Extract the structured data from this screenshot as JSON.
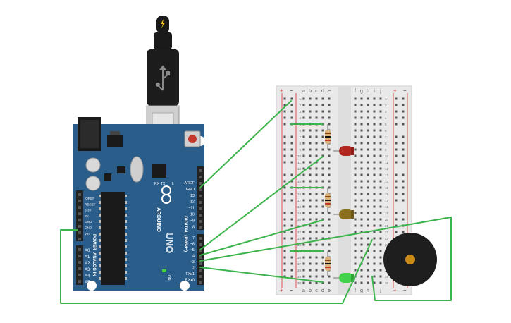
{
  "colors": {
    "board": "#2a5d8a",
    "board_dark": "#1f4a6f",
    "breadboard": "#e9e9e9",
    "wire": "#3cb44b",
    "rail_red": "#d9534f",
    "header": "#222222",
    "led_red": "#b3261e",
    "led_yellow": "#8b6f1c",
    "led_green": "#42d14a",
    "buzzer": "#1e1e1e",
    "buzzer_center": "#c98a1b"
  },
  "icons": {
    "usb_plug": "usb-plug-icon",
    "arduino_logo": "infinity-logo-icon",
    "lightning": "lightning-icon"
  },
  "arduino": {
    "brand": "ARDUINO",
    "model": "UNO",
    "digital_label": "DIGITAL (PWM~)",
    "power_label": "POWER",
    "analog_label": "ANALOG IN",
    "on_label": "ON",
    "l_label": "L",
    "tx_label": "TX",
    "rx_label": "RX",
    "top_pins": [
      "AREF",
      "GND",
      "13",
      "12",
      "~11",
      "~10",
      "~9",
      "8"
    ],
    "bottom_pins": [
      "7",
      "~6",
      "~5",
      "4",
      "~3",
      "2",
      "TX▸1",
      "RX◂0"
    ],
    "power_pins": [
      "IOREF",
      "RESET",
      "3.3V",
      "5V",
      "GND",
      "GND",
      "Vin"
    ],
    "analog_pins": [
      "A0",
      "A1",
      "A2",
      "A3",
      "A4",
      "A5"
    ]
  },
  "breadboard": {
    "cols_left": [
      "a",
      "b",
      "c",
      "d",
      "e"
    ],
    "cols_right": [
      "f",
      "g",
      "h",
      "i",
      "j"
    ],
    "rail_plus": "+",
    "rail_minus": "−",
    "row_numbers": [
      "1",
      "2",
      "3",
      "4",
      "5",
      "6",
      "7",
      "8",
      "9",
      "10",
      "11",
      "12",
      "13",
      "14",
      "15",
      "16",
      "17",
      "18",
      "19",
      "20",
      "21",
      "22",
      "23",
      "24",
      "25",
      "26",
      "27",
      "28",
      "29",
      "30"
    ]
  }
}
